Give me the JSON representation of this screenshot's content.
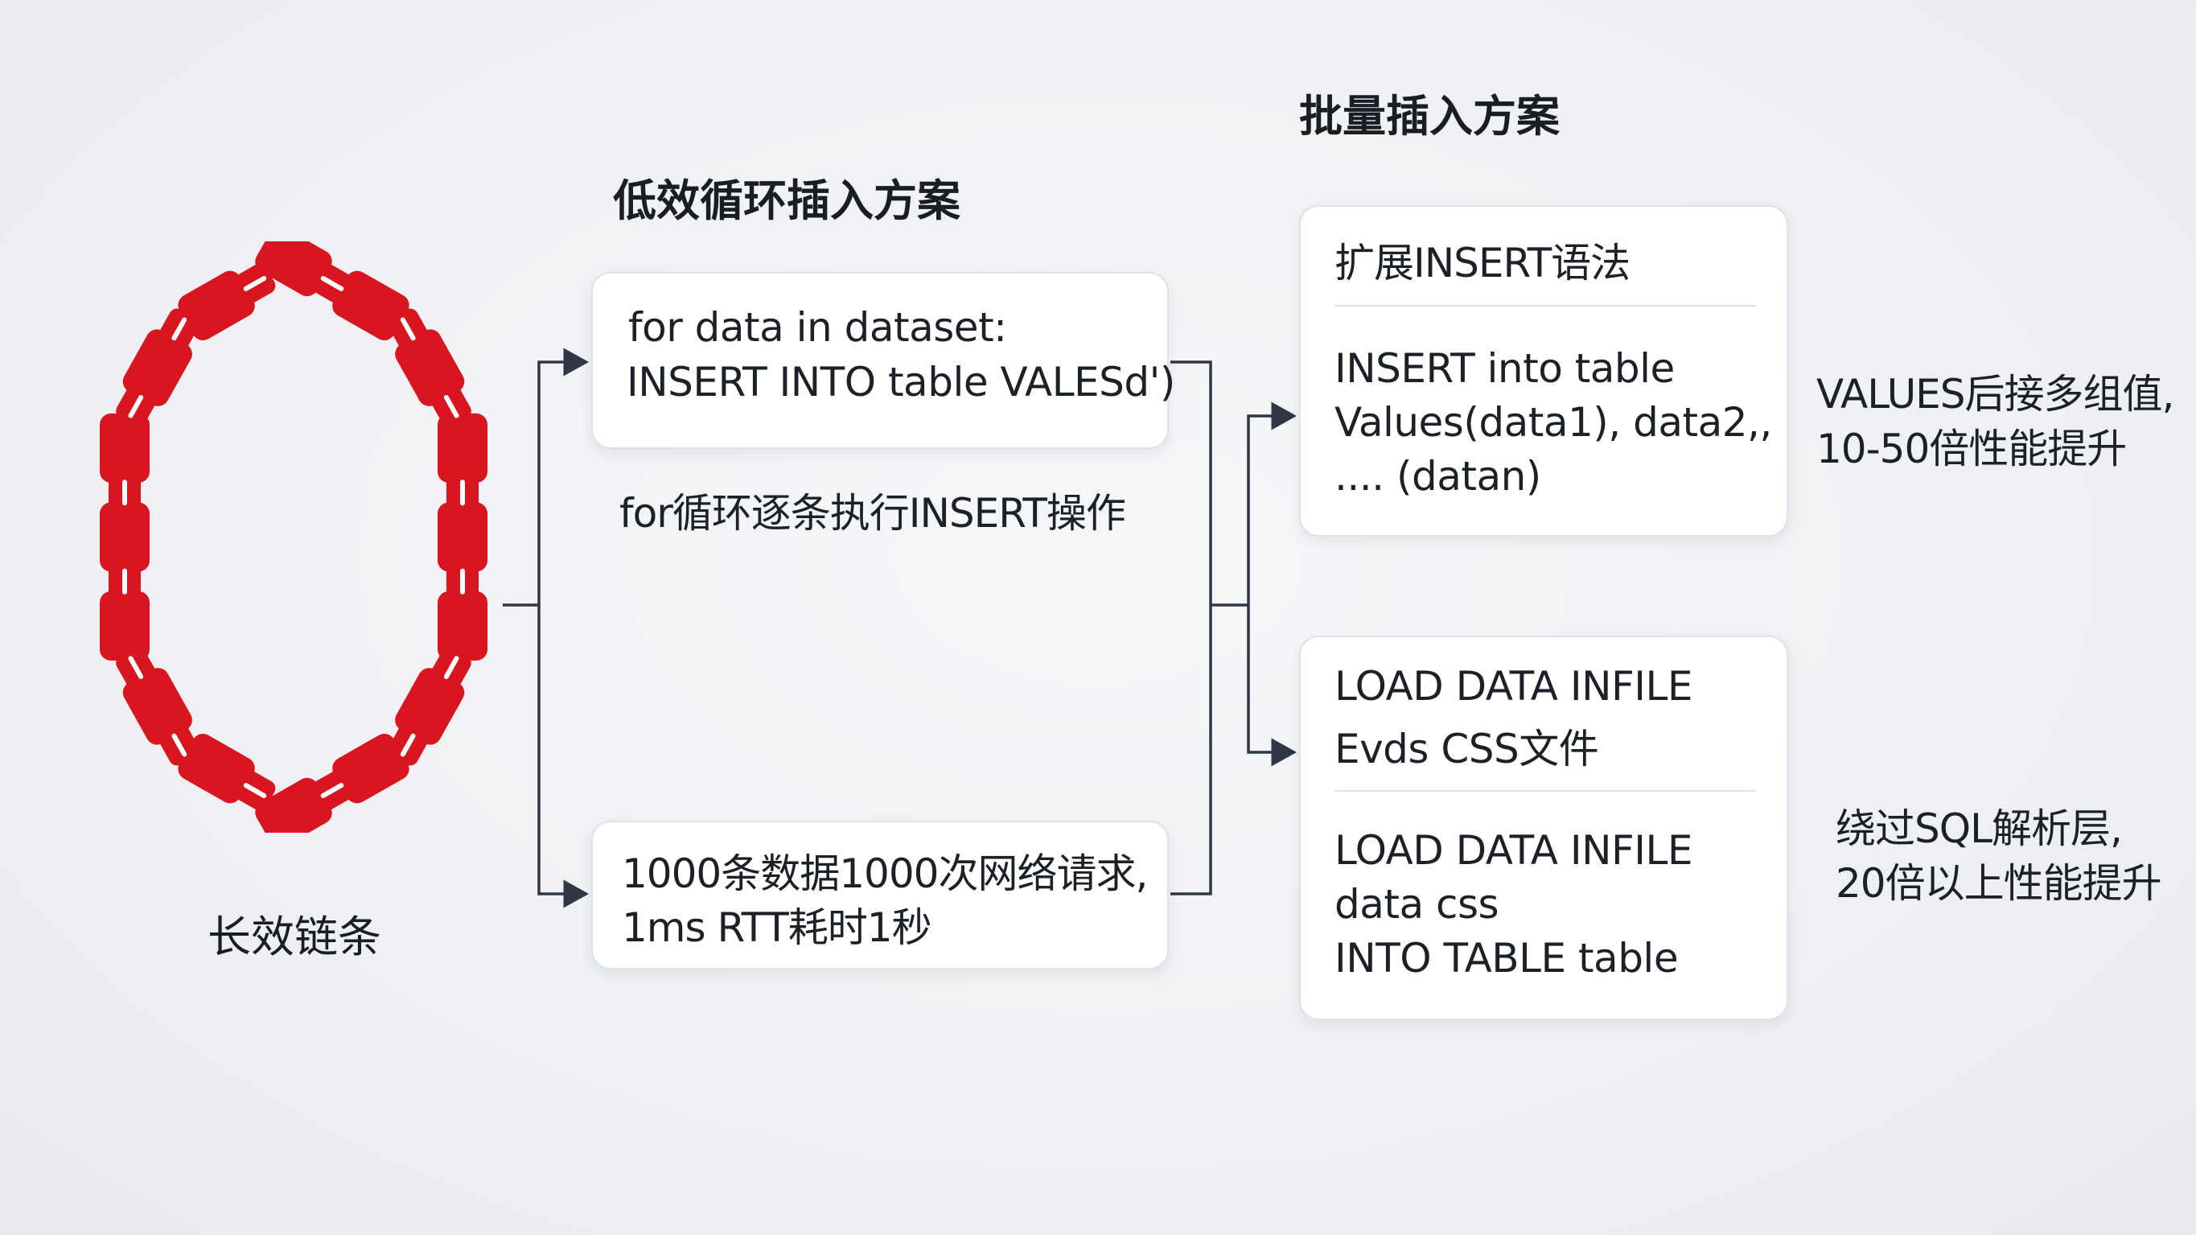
{
  "chain": {
    "label": "长效链条",
    "colors": {
      "link": "#d8161f",
      "highlight": "#ffffff"
    }
  },
  "inefficient": {
    "title": "低效循环插入方案",
    "code_card": {
      "lines": [
        "for data in dataset:",
        "INSERT INTO table VALESd')"
      ]
    },
    "caption": "for循环逐条执行INSERT操作",
    "cost_card": {
      "lines": [
        "1000条数据1000次网络请求,",
        "1ms RTT耗时1秒"
      ]
    }
  },
  "batch": {
    "title": "批量插入方案",
    "extended_card": {
      "heading": "扩展INSERT语法",
      "lines": [
        "INSERT into table",
        "Values(data1), data2,,",
        ".... (datan)"
      ]
    },
    "extended_note": [
      "VALUES后接多组值,",
      "10-50倍性能提升"
    ],
    "load_card": {
      "group1": [
        "LOAD DATA INFILE",
        "Evds CSS文件"
      ],
      "group2": [
        "LOAD DATA INFILE",
        "data css",
        "INTO TABLE table"
      ]
    },
    "load_note": [
      "绕过SQL解析层,",
      "20倍以上性能提升"
    ]
  },
  "colors": {
    "connector": "#2f3744",
    "card_border": "#dfe2e7",
    "background": "#eef0f3"
  }
}
